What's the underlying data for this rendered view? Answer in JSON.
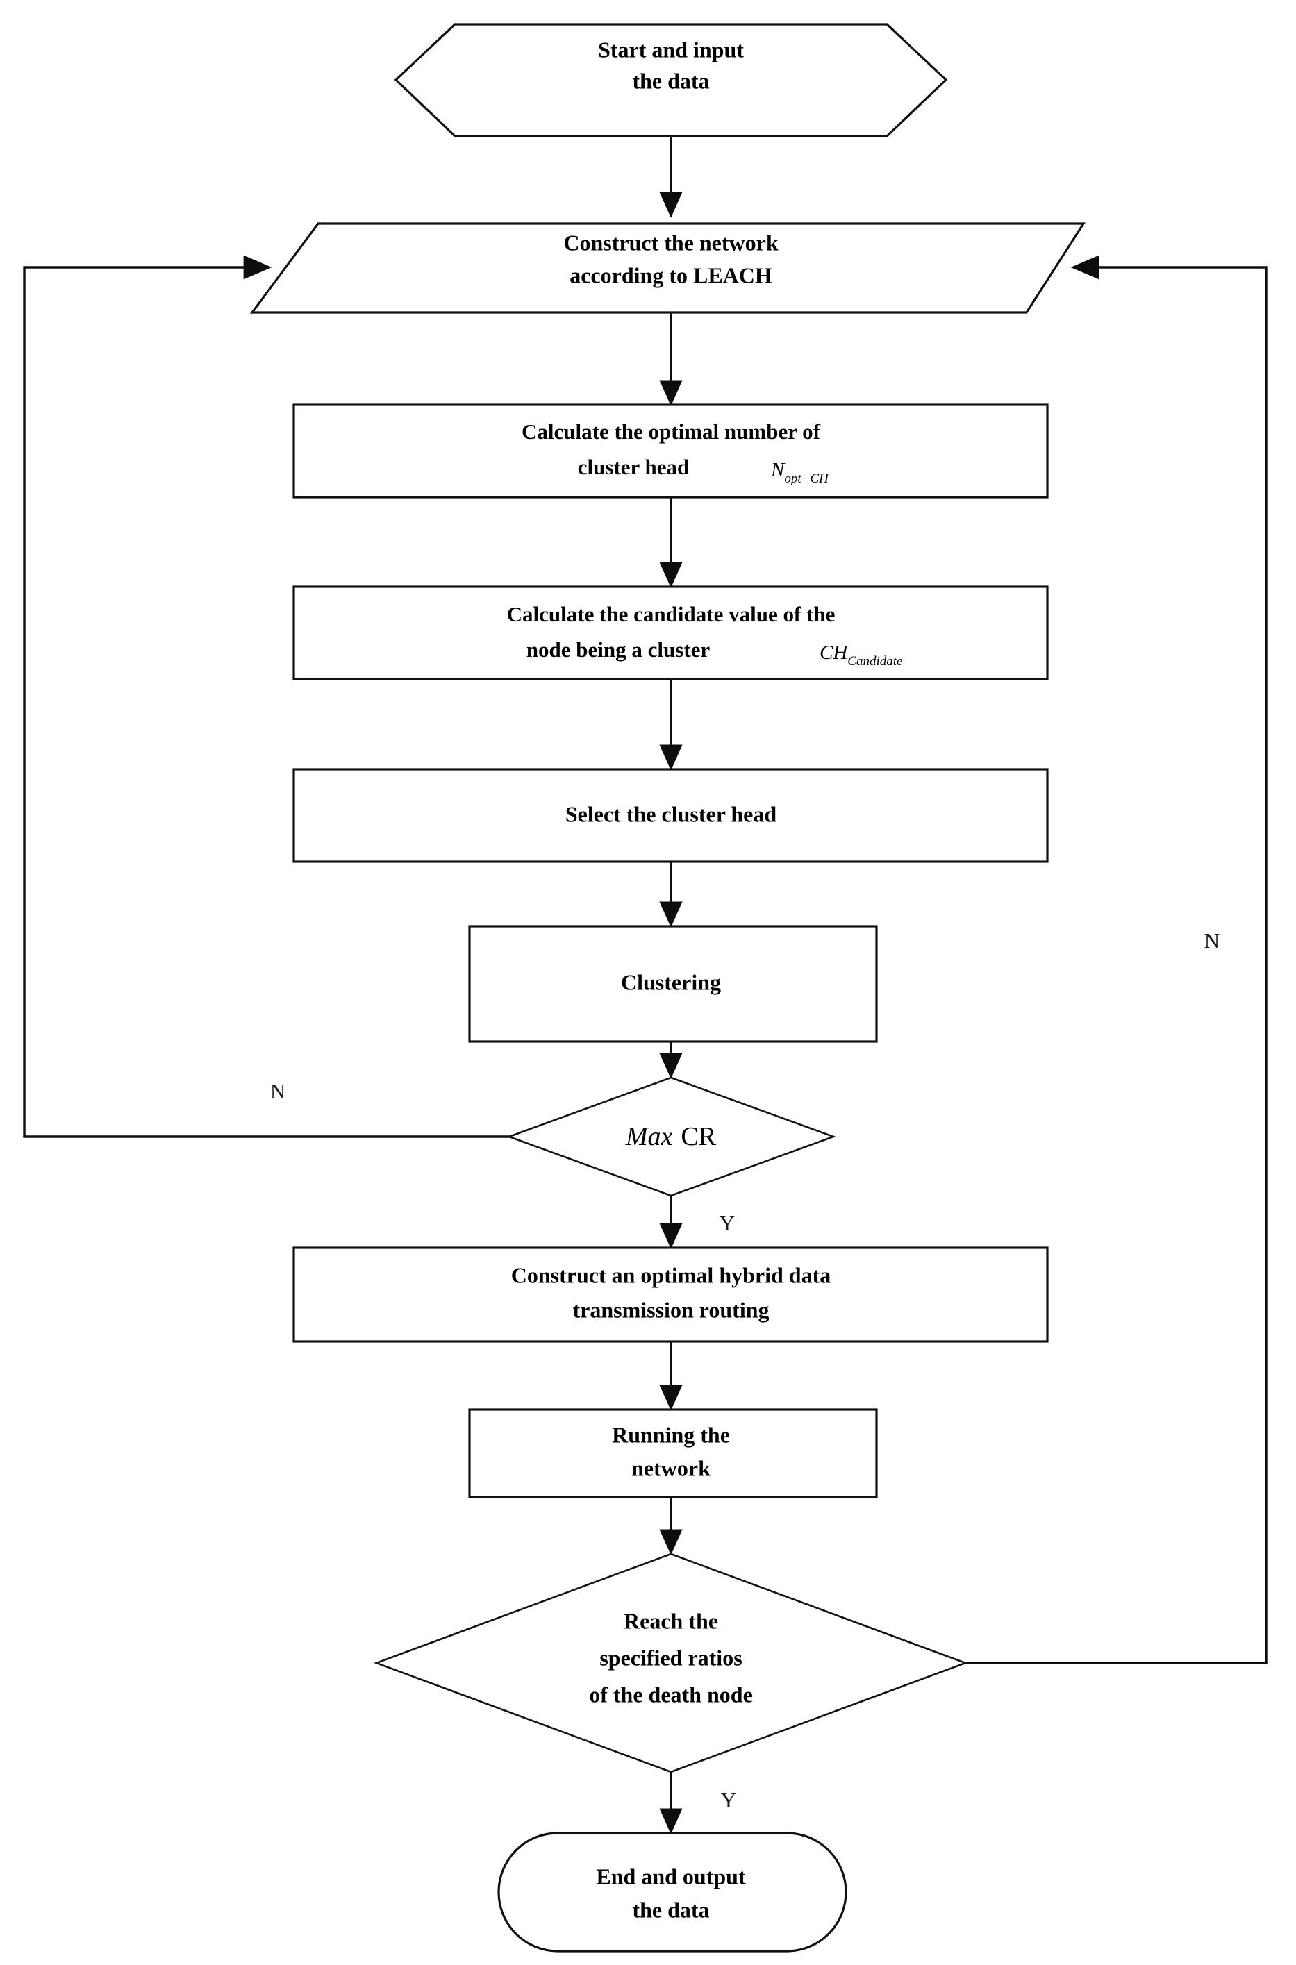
{
  "diagram": {
    "title": "LEACH-based clustering and routing flowchart",
    "colors": {
      "stroke": "#101010",
      "fill": "#ffffff",
      "text": "#000000"
    },
    "nodes": {
      "start": {
        "shape": "hexagon",
        "line1": "Start and input",
        "line2": "the data"
      },
      "construct_network": {
        "shape": "parallelogram",
        "line1": "Construct the network",
        "line2": "according to LEACH"
      },
      "calc_optimal": {
        "shape": "rectangle",
        "line1": "Calculate the optimal number of",
        "line2": "cluster head",
        "math_base": "N",
        "math_sub": "opt−CH"
      },
      "calc_candidate": {
        "shape": "rectangle",
        "line1": "Calculate the candidate value of the",
        "line2": "node being a cluster",
        "math_base": "CH",
        "math_sub": "Candidate"
      },
      "select_ch": {
        "shape": "rectangle",
        "line1": "Select the cluster head"
      },
      "clustering": {
        "shape": "rectangle",
        "line1": "Clustering"
      },
      "max_cr": {
        "shape": "diamond",
        "italic_part": "Max",
        "roman_part": "CR"
      },
      "construct_routing": {
        "shape": "rectangle",
        "line1": "Construct an optimal hybrid data",
        "line2": "transmission routing"
      },
      "running_network": {
        "shape": "rectangle",
        "line1": "Running the",
        "line2": "network"
      },
      "reach_ratios": {
        "shape": "diamond",
        "line1": "Reach the",
        "line2": "specified ratios",
        "line3": "of the death node"
      },
      "end": {
        "shape": "stadium",
        "line1": "End and output",
        "line2": "the data"
      }
    },
    "branch_labels": {
      "max_cr_no": "N",
      "max_cr_yes": "Y",
      "reach_no": "N",
      "reach_yes": "Y"
    }
  }
}
